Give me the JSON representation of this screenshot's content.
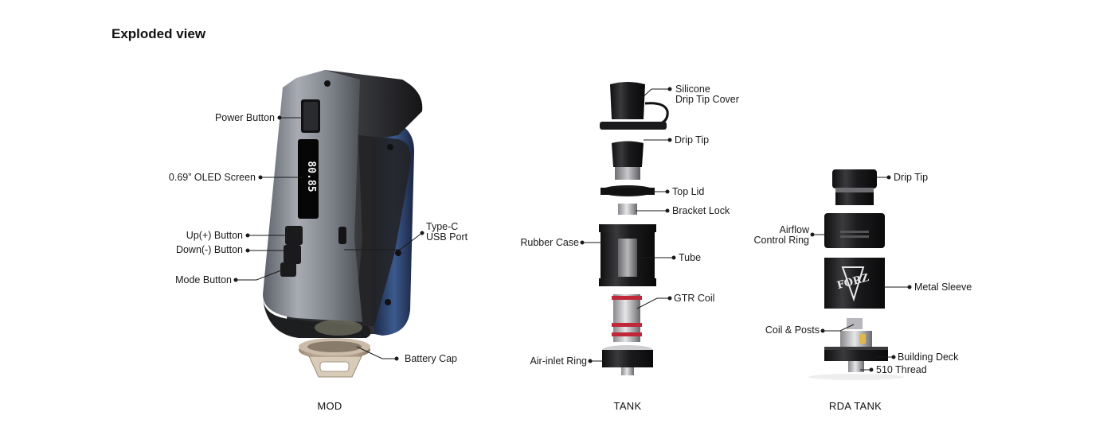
{
  "header": {
    "title": "Exploded view"
  },
  "mod": {
    "caption": "MOD",
    "labels": {
      "power_button": "Power Button",
      "oled_screen": "0.69” OLED Screen",
      "up_button": "Up(+) Button",
      "down_button": "Down(-) Button",
      "mode_button": "Mode Button",
      "type_c_line1": "Type-C",
      "type_c_line2": "USB Port",
      "battery_cap": "Battery Cap"
    }
  },
  "tank": {
    "caption": "TANK",
    "labels": {
      "silicone_line1": "Silicone",
      "silicone_line2": "Drip Tip Cover",
      "drip_tip": "Drip Tip",
      "top_lid": "Top Lid",
      "bracket_lock": "Bracket Lock",
      "rubber_case": "Rubber Case",
      "tube": "Tube",
      "gtr_coil": "GTR Coil",
      "air_inlet_ring": "Air-inlet Ring"
    }
  },
  "rda": {
    "caption": "RDA TANK",
    "labels": {
      "drip_tip": "Drip Tip",
      "airflow_line1": "Airflow",
      "airflow_line2": "Control Ring",
      "metal_sleeve": "Metal Sleeve",
      "coil_posts": "Coil & Posts",
      "building_deck": "Building Deck",
      "thread_510": "510 Thread"
    }
  },
  "colors": {
    "accent_blue": "#2f4a7a",
    "coil_red": "#c0283a",
    "dark_part": "#1c1c1c"
  }
}
